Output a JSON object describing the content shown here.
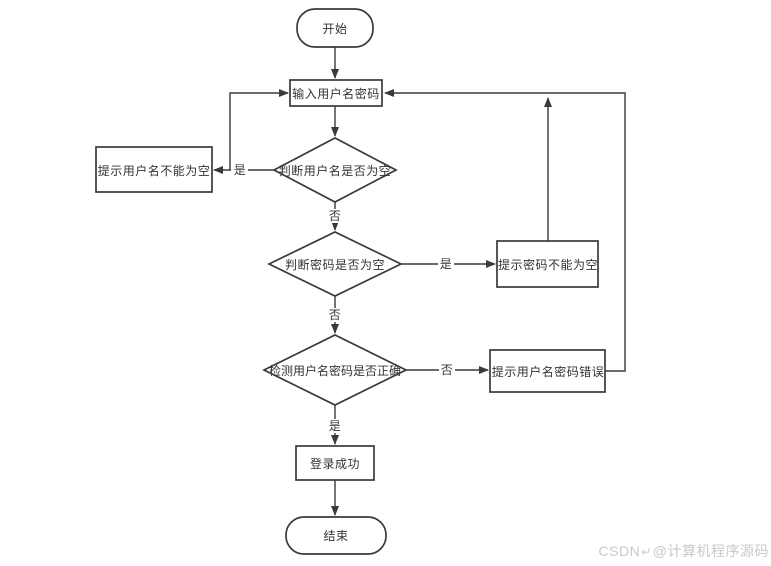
{
  "flowchart": {
    "type": "flowchart",
    "nodes": [
      {
        "id": "start",
        "type": "terminator",
        "label": "开始"
      },
      {
        "id": "input",
        "type": "process",
        "label": "输入用户名密码"
      },
      {
        "id": "check_username",
        "type": "decision",
        "label": "判断用户名是否为空"
      },
      {
        "id": "prompt_username",
        "type": "process",
        "label": "提示用户名不能为空"
      },
      {
        "id": "check_password",
        "type": "decision",
        "label": "判断密码是否为空"
      },
      {
        "id": "prompt_password",
        "type": "process",
        "label": "提示密码不能为空"
      },
      {
        "id": "check_correct",
        "type": "decision",
        "label": "检测用户名密码是否正确"
      },
      {
        "id": "prompt_error",
        "type": "process",
        "label": "提示用户名密码错误"
      },
      {
        "id": "login_success",
        "type": "process",
        "label": "登录成功"
      },
      {
        "id": "end",
        "type": "terminator",
        "label": "结束"
      }
    ],
    "edges": [
      {
        "from": "start",
        "to": "input",
        "label": ""
      },
      {
        "from": "input",
        "to": "check_username",
        "label": ""
      },
      {
        "from": "check_username",
        "to": "prompt_username",
        "label": "是"
      },
      {
        "from": "check_username",
        "to": "input",
        "label": ""
      },
      {
        "from": "check_username",
        "to": "check_password",
        "label": "否"
      },
      {
        "from": "check_password",
        "to": "prompt_password",
        "label": "是"
      },
      {
        "from": "prompt_password",
        "to": "input",
        "label": ""
      },
      {
        "from": "check_password",
        "to": "check_correct",
        "label": "否"
      },
      {
        "from": "check_correct",
        "to": "prompt_error",
        "label": "否"
      },
      {
        "from": "prompt_error",
        "to": "input",
        "label": ""
      },
      {
        "from": "check_correct",
        "to": "login_success",
        "label": "是"
      },
      {
        "from": "login_success",
        "to": "end",
        "label": ""
      }
    ]
  },
  "watermark": {
    "brand": "CSDN",
    "cursor": "↵",
    "handle": "@计算机程序源码"
  },
  "colors": {
    "line": "#3a3a3a",
    "text": "#333333",
    "node_fill": "#ffffff",
    "watermark": "#c9c9c9",
    "background": "#ffffff"
  }
}
